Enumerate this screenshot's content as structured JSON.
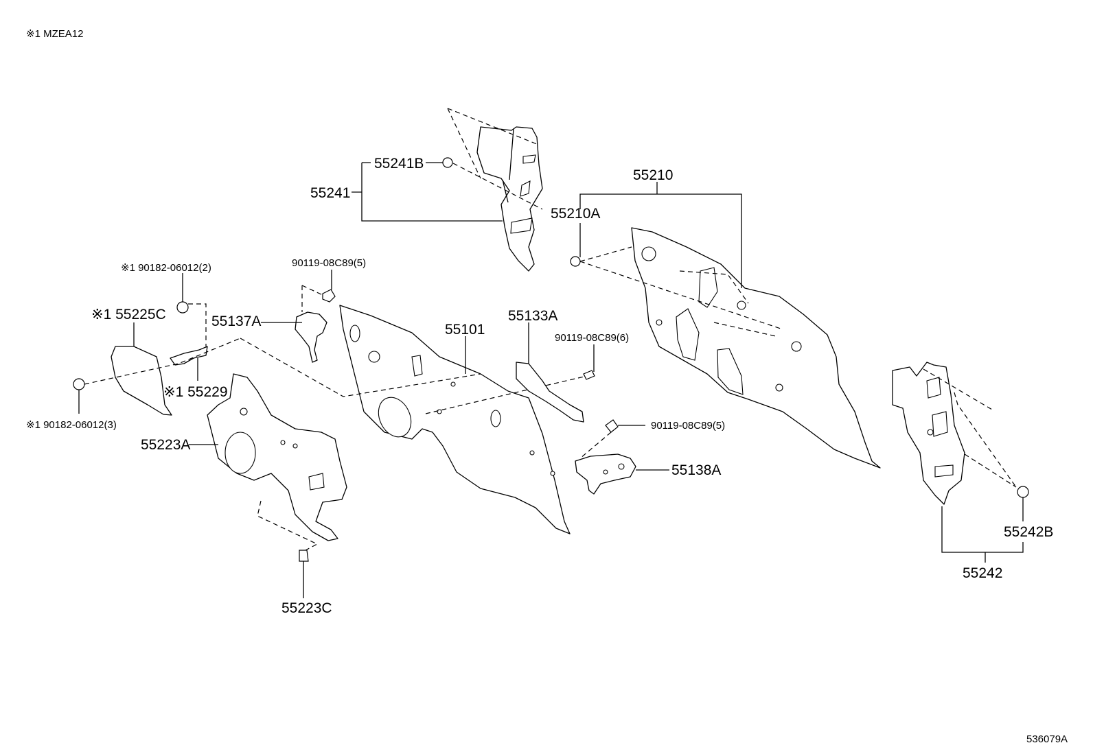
{
  "note": "※1 MZEA12",
  "diagram_id": "536079A",
  "labels": {
    "l55241B": "55241B",
    "l55241": "55241",
    "l55210": "55210",
    "l55210A": "55210A",
    "l90182_2": "※1  90182-06012(2)",
    "l90119_5a": "90119-08C89(5)",
    "l55225C": "※1 55225C",
    "l55137A": "55137A",
    "l55101": "55101",
    "l55133A": "55133A",
    "l90119_6": "90119-08C89(6)",
    "l55229": "※1  55229",
    "l90182_3": "※1  90182-06012(3)",
    "l55223A": "55223A",
    "l90119_5b": "90119-08C89(5)",
    "l55138A": "55138A",
    "l55223C": "55223C",
    "l55242B": "55242B",
    "l55242": "55242"
  }
}
